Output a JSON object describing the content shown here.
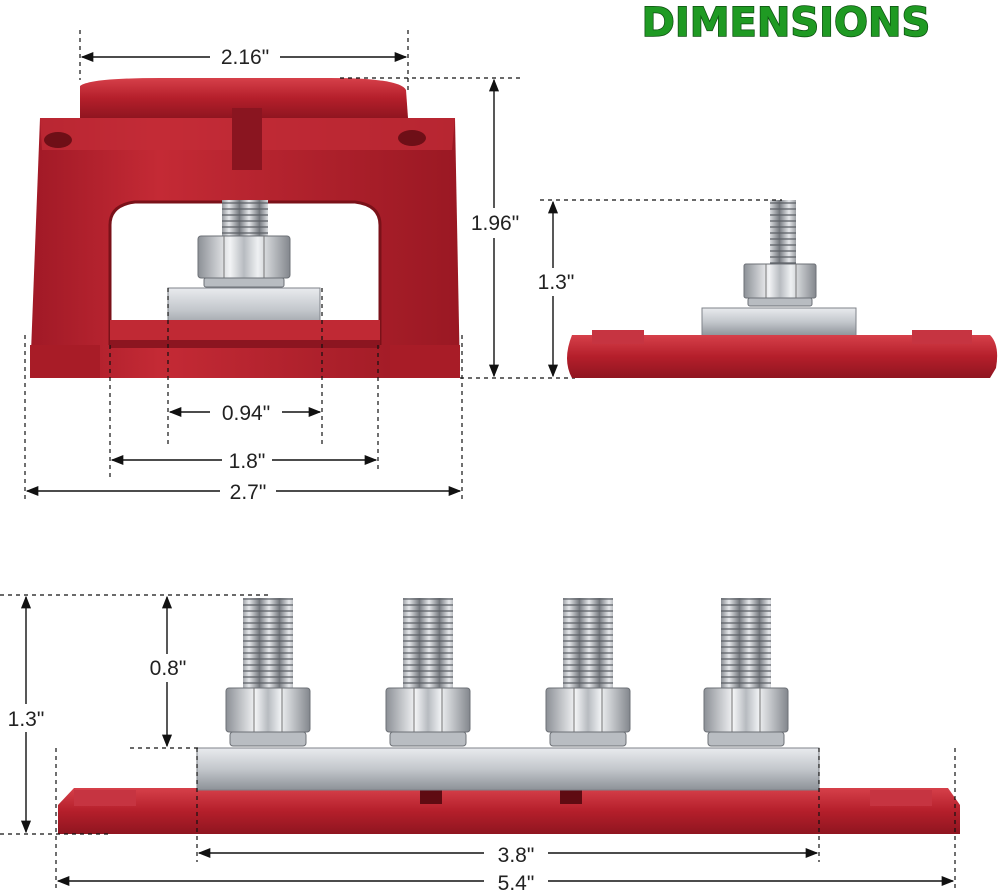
{
  "title": "DIMENSIONS",
  "dimensions": {
    "top_width": "2.16\"",
    "total_height": "1.96\"",
    "side_height": "1.3\"",
    "inner_plate": "0.94\"",
    "inner_base": "1.8\"",
    "overall_width": "2.7\"",
    "stud_height": "0.8\"",
    "front_height": "1.3\"",
    "busbar_length": "3.8\"",
    "front_length": "5.4\""
  },
  "colors": {
    "body_red": "#b51f2b",
    "body_red_dark": "#8f1520",
    "body_red_light": "#d6404a",
    "metal": "#c9ccd0",
    "metal_dark": "#8a8e94",
    "title_green": "#1f9a23"
  }
}
